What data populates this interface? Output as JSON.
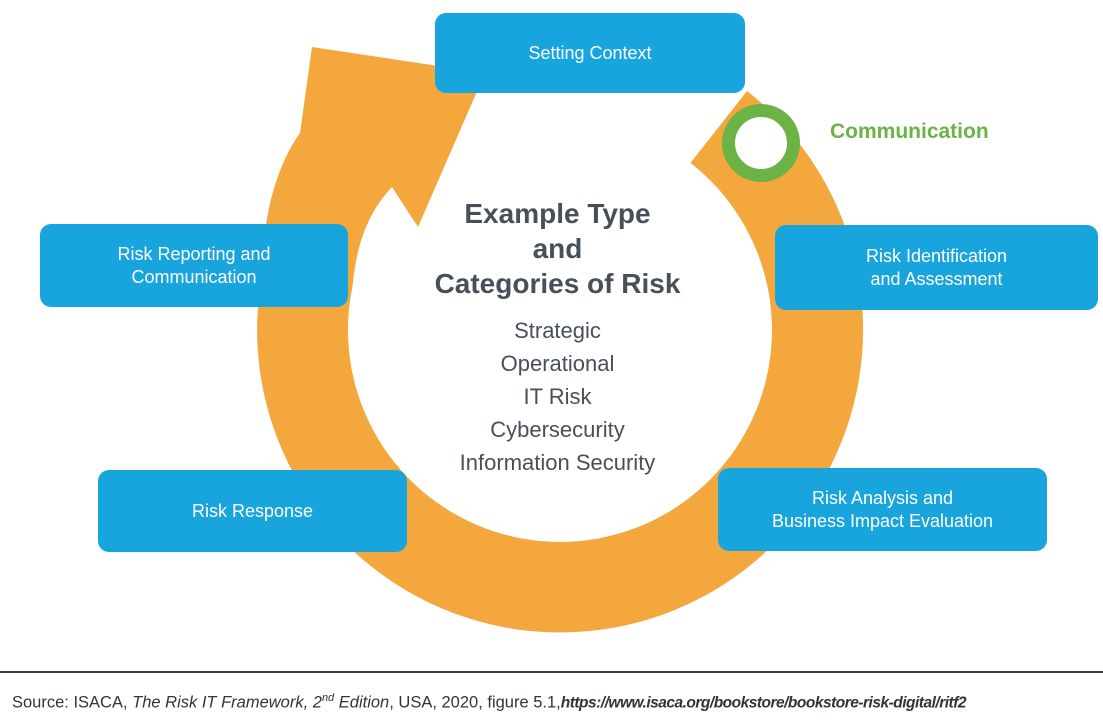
{
  "diagram": {
    "colors": {
      "ring_orange": "#F3A73C",
      "box_blue": "#18A4DD",
      "green": "#6BB345",
      "heading_text": "#475059",
      "source_text": "#303539"
    },
    "stages": [
      {
        "label": "Setting Context"
      },
      {
        "label": "Risk Identification\nand Assessment"
      },
      {
        "label": "Risk Analysis and\nBusiness Impact Evaluation"
      },
      {
        "label": "Risk Response"
      },
      {
        "label": "Risk Reporting and\nCommunication"
      }
    ],
    "communication_label": "Communication",
    "center": {
      "title": "Example Type\nand\nCategories of Risk",
      "categories": [
        "Strategic",
        "Operational",
        "IT Risk",
        "Cybersecurity",
        "Information Security"
      ]
    }
  },
  "source_caption": {
    "prefix": "Source: ISACA, ",
    "work": "The Risk IT Framework, 2",
    "ordinal_suffix": "nd",
    "edition": " Edition",
    "middle": ", USA, 2020, figure 5.1,",
    "url": "https://www.isaca.org/bookstore/bookstore-risk-digital/ritf2"
  }
}
